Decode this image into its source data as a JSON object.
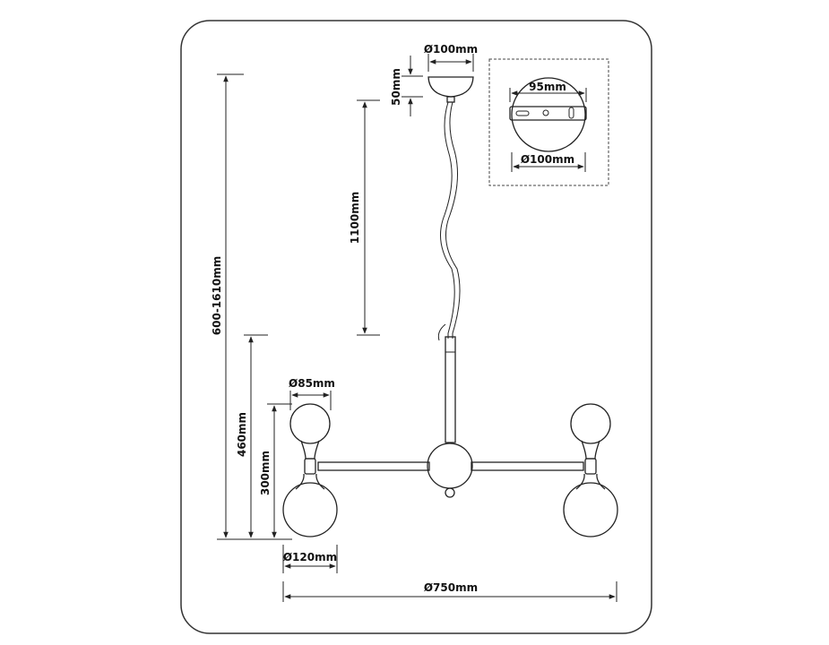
{
  "colors": {
    "line": "#222222",
    "text": "#111111",
    "background": "#ffffff"
  },
  "dimensions": {
    "canopy_diameter": "Ø100mm",
    "canopy_height": "50mm",
    "cable_length": "1100mm",
    "total_height": "600-1610mm",
    "fixture_height": "460mm",
    "lamp_group_height": "300mm",
    "small_shade_diameter": "Ø85mm",
    "large_shade_diameter": "Ø120mm",
    "overall_width": "Ø750mm"
  },
  "mounting_plate_inset": {
    "plate_width": "95mm",
    "canopy_diameter": "Ø100mm"
  }
}
